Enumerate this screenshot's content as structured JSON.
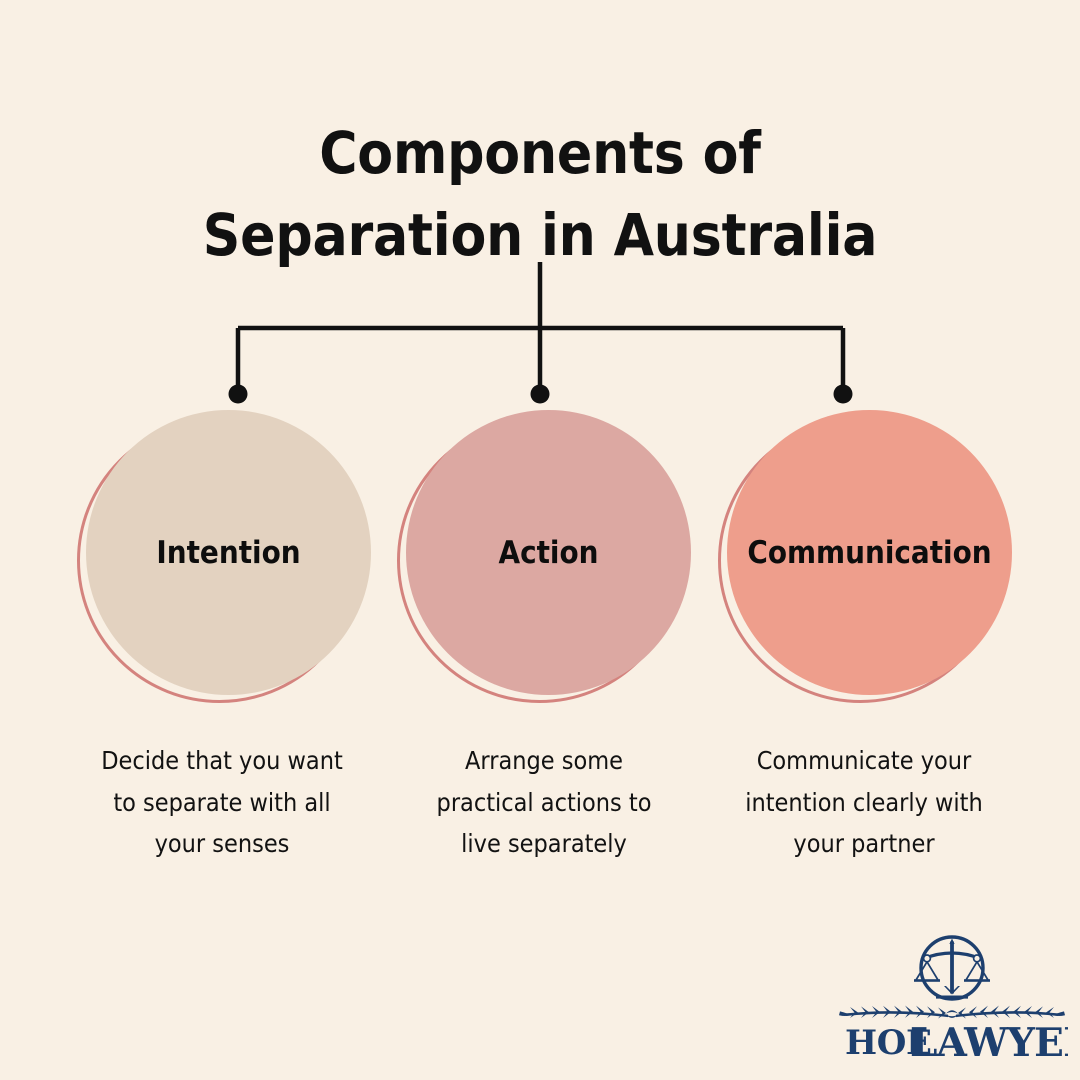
{
  "page": {
    "background_color": "#f9f0e4",
    "title_lines": [
      "Components of",
      "Separation in Australia"
    ],
    "title_text": "Components of Separation in Australia"
  },
  "diagram": {
    "connector_color": "#111111",
    "ring_color": "#d4837e",
    "nodes": [
      {
        "label": "Intention",
        "fill_color": "#e3d2c0",
        "caption": "Decide that you want to separate with all your senses",
        "caption_lines": [
          "Decide that you want",
          "to separate with all",
          "your senses"
        ]
      },
      {
        "label": "Action",
        "fill_color": "#dca8a2",
        "caption": "Arrange some practical actions to live separately",
        "caption_lines": [
          "Arrange some",
          "practical actions to",
          "live separately"
        ]
      },
      {
        "label": "Communication",
        "fill_color": "#ee9e8c",
        "caption": "Communicate your intention clearly with your partner",
        "caption_lines": [
          "Communicate your",
          "intention clearly with",
          "your partner"
        ]
      }
    ]
  },
  "logo": {
    "name_primary": "HOE",
    "name_secondary": "LAWYERS",
    "full_name": "HOE LAWYERS",
    "color": "#1d3f6e",
    "emblem": "scales-of-justice"
  }
}
